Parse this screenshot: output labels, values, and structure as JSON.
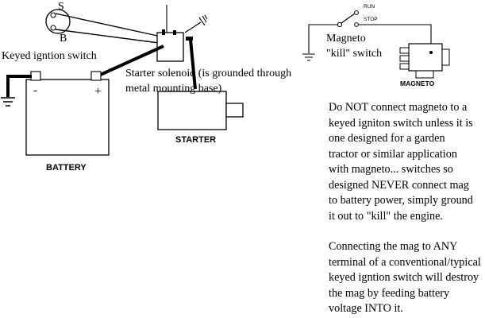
{
  "labels": {
    "switch_terminal_s": "S",
    "switch_terminal_b": "B",
    "keyed_switch": "Keyed igntion switch",
    "battery_minus": "-",
    "battery_plus": "+",
    "battery": "BATTERY",
    "solenoid_line1": "Starter solenoid (is grounded through",
    "solenoid_line2": "metal mounting base)",
    "starter": "STARTER",
    "kill_switch_line1": "Magneto",
    "kill_switch_line2": "\"kill\" switch",
    "run": "RUN",
    "stop": "STOP",
    "magneto": "MAGNETO"
  },
  "notes": {
    "paragraph1": "Do NOT connect magneto to a\nkeyed igniton switch unless it is\none designed for a garden\ntractor or similar application\nwith magneto... switches so\ndesigned NEVER connect mag\nto battery power, simply ground\nit out to \"kill\" the engine.",
    "paragraph2": "Connecting the mag to ANY\nterminal of a conventional/typical\nkeyed igntion switch will destroy\nthe mag by feeding battery\nvoltage INTO it."
  },
  "colors": {
    "ink": "#000000",
    "background": "#ffffff"
  }
}
